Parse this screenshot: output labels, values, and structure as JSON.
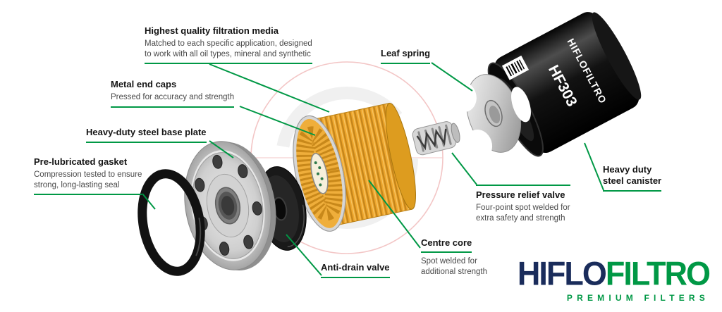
{
  "labels": {
    "filtration_media": {
      "title": "Highest quality filtration media",
      "desc": "Matched to each specific application, designed\nto work with all oil types, mineral and synthetic"
    },
    "end_caps": {
      "title": "Metal end caps",
      "desc": "Pressed for accuracy and strength"
    },
    "base_plate": {
      "title": "Heavy-duty steel base plate"
    },
    "gasket": {
      "title": "Pre-lubricated gasket",
      "desc": "Compression tested to ensure\nstrong, long-lasting seal"
    },
    "leaf_spring": {
      "title": "Leaf spring"
    },
    "canister": {
      "title": "Heavy duty\nsteel canister"
    },
    "relief_valve": {
      "title": "Pressure relief valve",
      "desc": "Four-point spot welded for\nextra safety and strength"
    },
    "centre_core": {
      "title": "Centre core",
      "desc": "Spot welded for\nadditional strength"
    },
    "anti_drain": {
      "title": "Anti-drain valve"
    }
  },
  "canister_print": {
    "brand": "HIFLOFILTRO",
    "model": "HF303"
  },
  "logo": {
    "part1": "HIFLO",
    "part2": "FILTRO",
    "tagline": "PREMIUM FILTERS"
  },
  "colors": {
    "accent_green": "#009845",
    "logo_navy": "#1a2c5b",
    "media_yellow": "#efa72e",
    "canister_black": "#0a0a0a"
  }
}
